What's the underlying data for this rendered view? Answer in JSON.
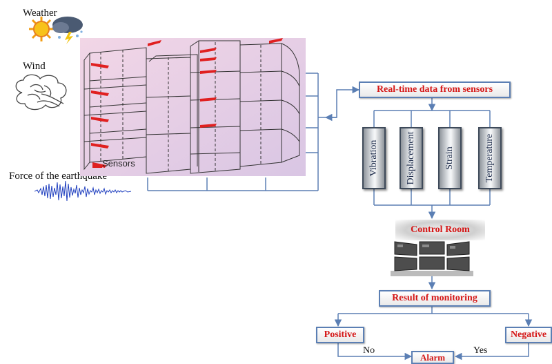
{
  "inputs": {
    "weather": "Weather",
    "wind": "Wind",
    "earthquake": "Force of the earthquake",
    "sensors": "Sensors"
  },
  "flow": {
    "realtime": "Real-time data from sensors",
    "measurements": [
      "Vibration",
      "Displacement",
      "Strain",
      "Temperature"
    ],
    "control_room": "Control Room",
    "result": "Result of monitoring",
    "positive": "Positive",
    "negative": "Negative",
    "alarm": "Alarm",
    "no": "No",
    "yes": "Yes"
  },
  "colors": {
    "accent_text": "#d51616",
    "line": "#5b7fb4",
    "building_bg": "#e7cfe3",
    "sensor": "#e02020"
  }
}
